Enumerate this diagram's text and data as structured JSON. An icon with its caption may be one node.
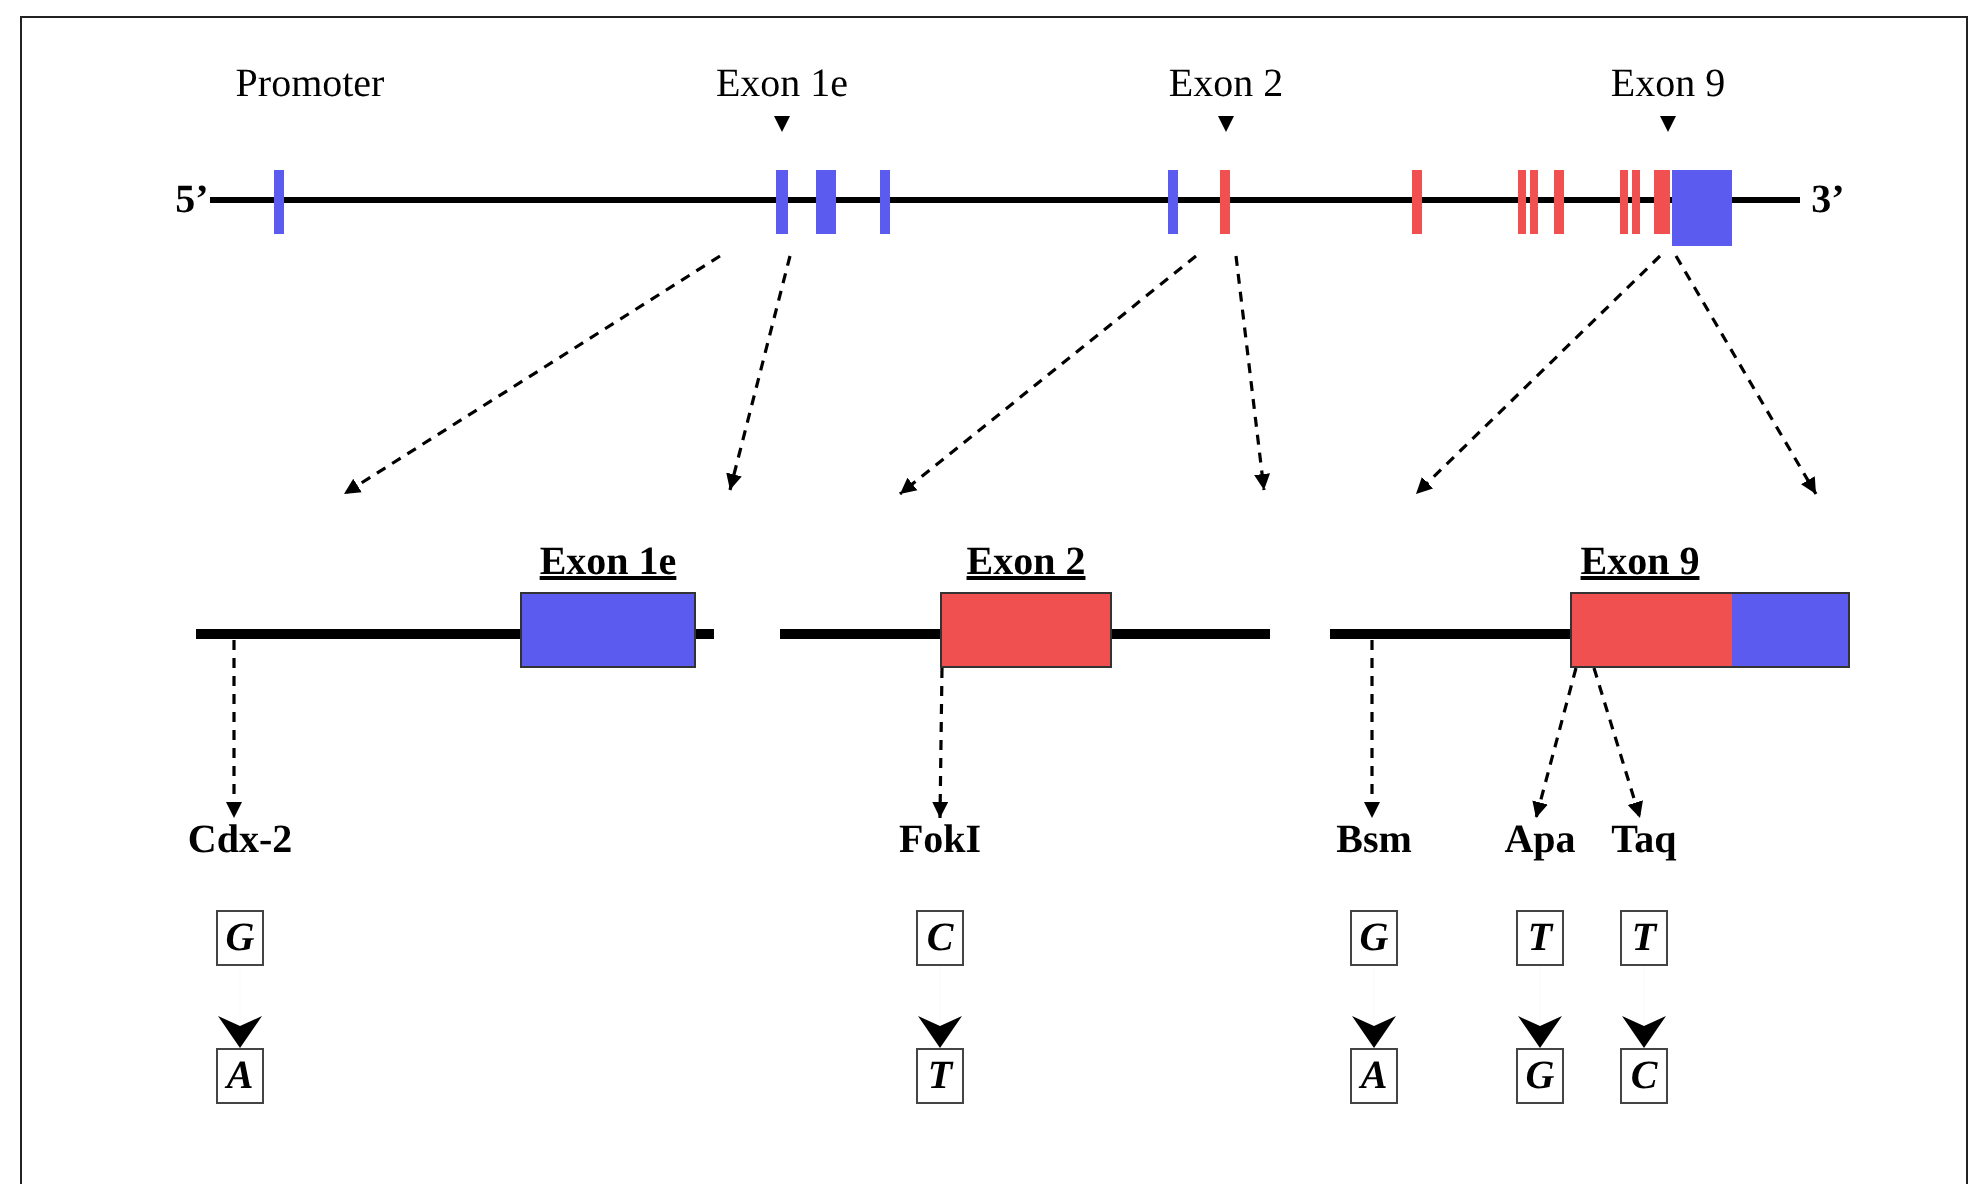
{
  "diagram": {
    "nodes": [
      {
        "text": [],
        "shape": "line",
        "beside": [
          "5’",
          "3’"
        ]
      },
      {
        "text": [
          "Exon 1e"
        ]
      },
      {
        "text": [
          "Exon 2"
        ]
      },
      {
        "text": [
          "Exon 9"
        ]
      },
      {
        "text": [
          "Cdx-2"
        ]
      },
      {
        "text": [
          "FokI"
        ]
      },
      {
        "text": [
          "Bsm"
        ]
      },
      {
        "text": [
          "Apa"
        ]
      },
      {
        "text": [
          "Taq"
        ]
      },
      {
        "text": [
          "G"
        ]
      },
      {
        "text": [
          "A"
        ]
      },
      {
        "text": [
          "C"
        ]
      },
      {
        "text": [
          "T"
        ]
      },
      {
        "text": [
          "G"
        ]
      },
      {
        "text": [
          "A"
        ]
      },
      {
        "text": [
          "T"
        ]
      },
      {
        "text": [
          "G"
        ]
      },
      {
        "text": [
          "T"
        ]
      },
      {
        "text": [
          "C"
        ]
      }
    ],
    "edges": [
      {
        "from": 0,
        "to": null,
        "arrow": "to",
        "style": "dashed"
      },
      {
        "from": 0,
        "to": null,
        "arrow": "to",
        "style": "dashed"
      },
      {
        "from": 0,
        "to": null,
        "arrow": "to",
        "style": "dashed"
      },
      {
        "from": 0,
        "to": null,
        "arrow": "to",
        "style": "dashed"
      },
      {
        "from": 0,
        "to": null,
        "arrow": "to",
        "style": "dashed"
      },
      {
        "from": 0,
        "to": null,
        "arrow": "to",
        "style": "dashed"
      },
      {
        "from": null,
        "to": 4,
        "arrow": "to",
        "style": "dashed"
      },
      {
        "from": 2,
        "to": 5,
        "arrow": "to",
        "style": "dashed"
      },
      {
        "from": null,
        "to": 6,
        "arrow": "to",
        "style": "dashed"
      },
      {
        "from": 3,
        "to": 7,
        "arrow": "to",
        "style": "dashed"
      },
      {
        "from": 3,
        "to": 8,
        "arrow": "to",
        "style": "dashed"
      },
      {
        "from": 9,
        "to": 10,
        "arrow": "to"
      },
      {
        "from": 11,
        "to": 12,
        "arrow": "to"
      },
      {
        "from": 13,
        "to": 14,
        "arrow": "to"
      },
      {
        "from": 15,
        "to": 16,
        "arrow": "to"
      },
      {
        "from": 17,
        "to": 18,
        "arrow": "to"
      }
    ],
    "labels": [
      "Promoter",
      "Exon 1e",
      "Exon 2",
      "Exon 9"
    ]
  }
}
